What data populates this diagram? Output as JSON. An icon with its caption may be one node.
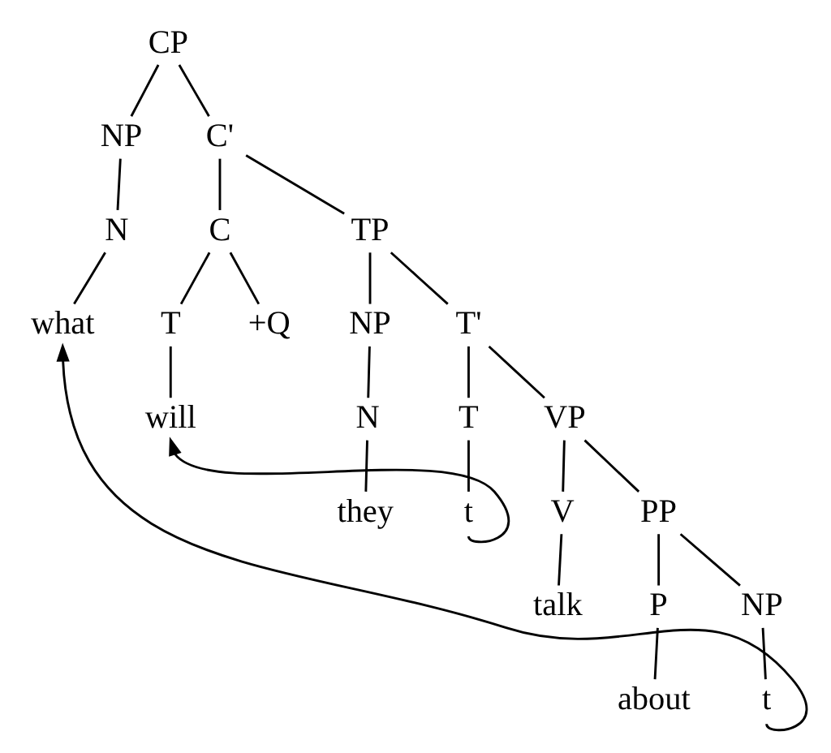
{
  "diagram": {
    "nodes": [
      {
        "text": [
          "CP"
        ]
      },
      {
        "text": [
          "NP"
        ]
      },
      {
        "text": [
          "C'"
        ]
      },
      {
        "text": [
          "N"
        ]
      },
      {
        "text": [
          "C"
        ]
      },
      {
        "text": [
          "TP"
        ]
      },
      {
        "text": [
          "what"
        ]
      },
      {
        "text": [
          "T"
        ]
      },
      {
        "text": [
          "+Q"
        ]
      },
      {
        "text": [
          "NP"
        ]
      },
      {
        "text": [
          "T'"
        ]
      },
      {
        "text": [
          "will"
        ]
      },
      {
        "text": [
          "N"
        ]
      },
      {
        "text": [
          "T"
        ]
      },
      {
        "text": [
          "VP"
        ]
      },
      {
        "text": [
          "they"
        ]
      },
      {
        "text": [
          "t"
        ]
      },
      {
        "text": [
          "V"
        ]
      },
      {
        "text": [
          "PP"
        ]
      },
      {
        "text": [
          "talk"
        ]
      },
      {
        "text": [
          "P"
        ]
      },
      {
        "text": [
          "NP"
        ]
      },
      {
        "text": [
          "about"
        ]
      },
      {
        "text": [
          "t"
        ]
      }
    ],
    "edges": [
      {
        "from": 0,
        "to": 1,
        "arrow": "none"
      },
      {
        "from": 0,
        "to": 2,
        "arrow": "none"
      },
      {
        "from": 1,
        "to": 3,
        "arrow": "none"
      },
      {
        "from": 3,
        "to": 6,
        "arrow": "none"
      },
      {
        "from": 2,
        "to": 4,
        "arrow": "none"
      },
      {
        "from": 2,
        "to": 5,
        "arrow": "none"
      },
      {
        "from": 4,
        "to": 7,
        "arrow": "none"
      },
      {
        "from": 4,
        "to": 8,
        "arrow": "none"
      },
      {
        "from": 7,
        "to": 11,
        "arrow": "none"
      },
      {
        "from": 5,
        "to": 9,
        "arrow": "none"
      },
      {
        "from": 5,
        "to": 10,
        "arrow": "none"
      },
      {
        "from": 9,
        "to": 12,
        "arrow": "none"
      },
      {
        "from": 12,
        "to": 15,
        "arrow": "none"
      },
      {
        "from": 10,
        "to": 13,
        "arrow": "none"
      },
      {
        "from": 10,
        "to": 14,
        "arrow": "none"
      },
      {
        "from": 13,
        "to": 16,
        "arrow": "none"
      },
      {
        "from": 14,
        "to": 17,
        "arrow": "none"
      },
      {
        "from": 14,
        "to": 18,
        "arrow": "none"
      },
      {
        "from": 17,
        "to": 19,
        "arrow": "none"
      },
      {
        "from": 18,
        "to": 20,
        "arrow": "none"
      },
      {
        "from": 18,
        "to": 21,
        "arrow": "none"
      },
      {
        "from": 20,
        "to": 22,
        "arrow": "none"
      },
      {
        "from": 21,
        "to": 23,
        "arrow": "none"
      },
      {
        "from": 16,
        "to": 11,
        "arrow": "to"
      },
      {
        "from": 23,
        "to": 6,
        "arrow": "to"
      }
    ]
  }
}
